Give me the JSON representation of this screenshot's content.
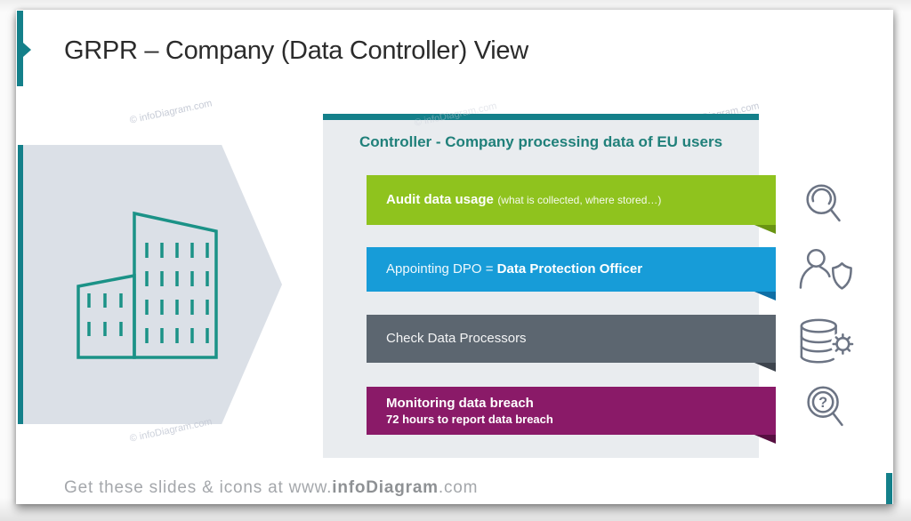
{
  "slide": {
    "title": "GRPR – Company (Data Controller) View"
  },
  "panel": {
    "header": "Controller - Company processing data of EU users",
    "items": [
      {
        "title": "Audit data usage",
        "note": "(what is collected, where stored…)",
        "icon": "magnifier-icon",
        "color": "#8FC31E",
        "fold_color": "#699412"
      },
      {
        "prefix": "Appointing DPO = ",
        "emphasis": "Data Protection Officer",
        "icon": "user-shield-icon",
        "color": "#179CD8",
        "fold_color": "#0F6FA5"
      },
      {
        "title": "Check Data Processors",
        "icon": "database-gear-icon",
        "color": "#5C6670",
        "fold_color": "#3D444D"
      },
      {
        "title": "Monitoring data breach",
        "subtitle": "72 hours to report data breach",
        "icon": "magnifier-question-icon",
        "color": "#8A1A68",
        "fold_color": "#570F41"
      }
    ]
  },
  "left_graphic": {
    "icon": "office-building-icon"
  },
  "watermark": "© infoDiagram.com",
  "footer": {
    "prefix": "Get these slides & icons at www.",
    "brand": "infoDiagram",
    "suffix": ".com"
  },
  "icons": {
    "question_glyph": "?"
  },
  "colors": {
    "teal": "#14808A",
    "teal2": "#1B9287",
    "header_text": "#20807A",
    "panel_bg": "#E9ECEF",
    "arrow_bg": "#DBE0E7",
    "green": "#8FC31E",
    "green_fold": "#699412",
    "blue": "#179CD8",
    "blue_fold": "#0F6FA5",
    "slate": "#5C6670",
    "slate_fold": "#3D444D",
    "purple": "#8A1A68",
    "purple_fold": "#570F41",
    "icon": "#6C7484",
    "title": "#2B2B2B",
    "footer": "#A4A7AB",
    "footer_brand": "#8E9194",
    "watermark": "#C6CBD6"
  }
}
